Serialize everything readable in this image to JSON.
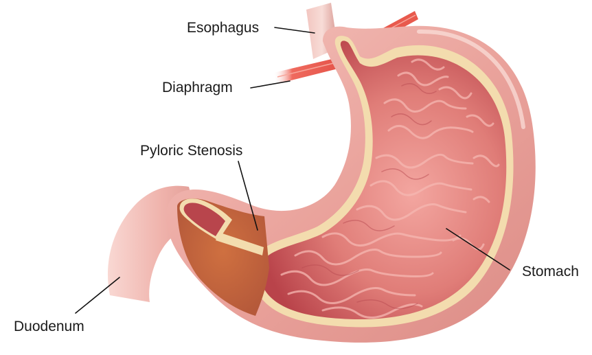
{
  "diagram": {
    "labels": {
      "esophagus": "Esophagus",
      "diaphragm": "Diaphragm",
      "pyloric_stenosis": "Pyloric Stenosis",
      "stomach": "Stomach",
      "duodenum": "Duodenum"
    },
    "colors": {
      "outer_wall": "#eaa39c",
      "wall_highlight": "#f6cdc6",
      "inner_lining": "#d9706c",
      "rim": "#f3dcae",
      "muscle_band": "#c86a42",
      "diaphragm": "#ea5a4f",
      "leader_line": "#111111"
    }
  }
}
